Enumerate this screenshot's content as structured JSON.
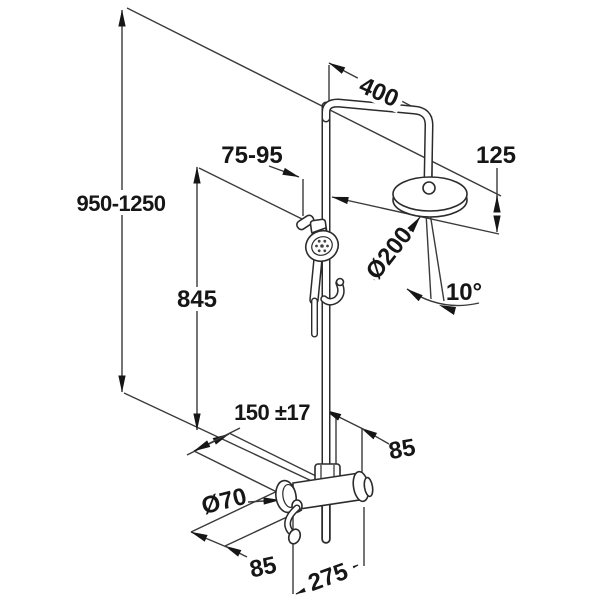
{
  "meta": {
    "background": "#ffffff",
    "line_color": "#2b2b2b",
    "text_color": "#161616"
  },
  "drawing": {
    "components": [
      "riser-pipe",
      "shower-arm",
      "overhead-shower-head",
      "spray-cone",
      "hand-shower",
      "shower-hose",
      "slide-holder",
      "hose-elbow",
      "mixer-body",
      "mixer-lever",
      "wall-flange",
      "supply-union",
      "outlet-pipe"
    ],
    "dimensions": {
      "total_height": "950-1250",
      "rail_height": "845",
      "holder_range": "75-95",
      "arm_length": "400",
      "head_drop": "125",
      "head_diameter": "Ø200",
      "spray_angle": "10°",
      "union_distance": "150 ±17",
      "union_offset": "85",
      "escutcheon_diameter": "Ø70",
      "lever_depth": "85",
      "projection": "275"
    }
  }
}
